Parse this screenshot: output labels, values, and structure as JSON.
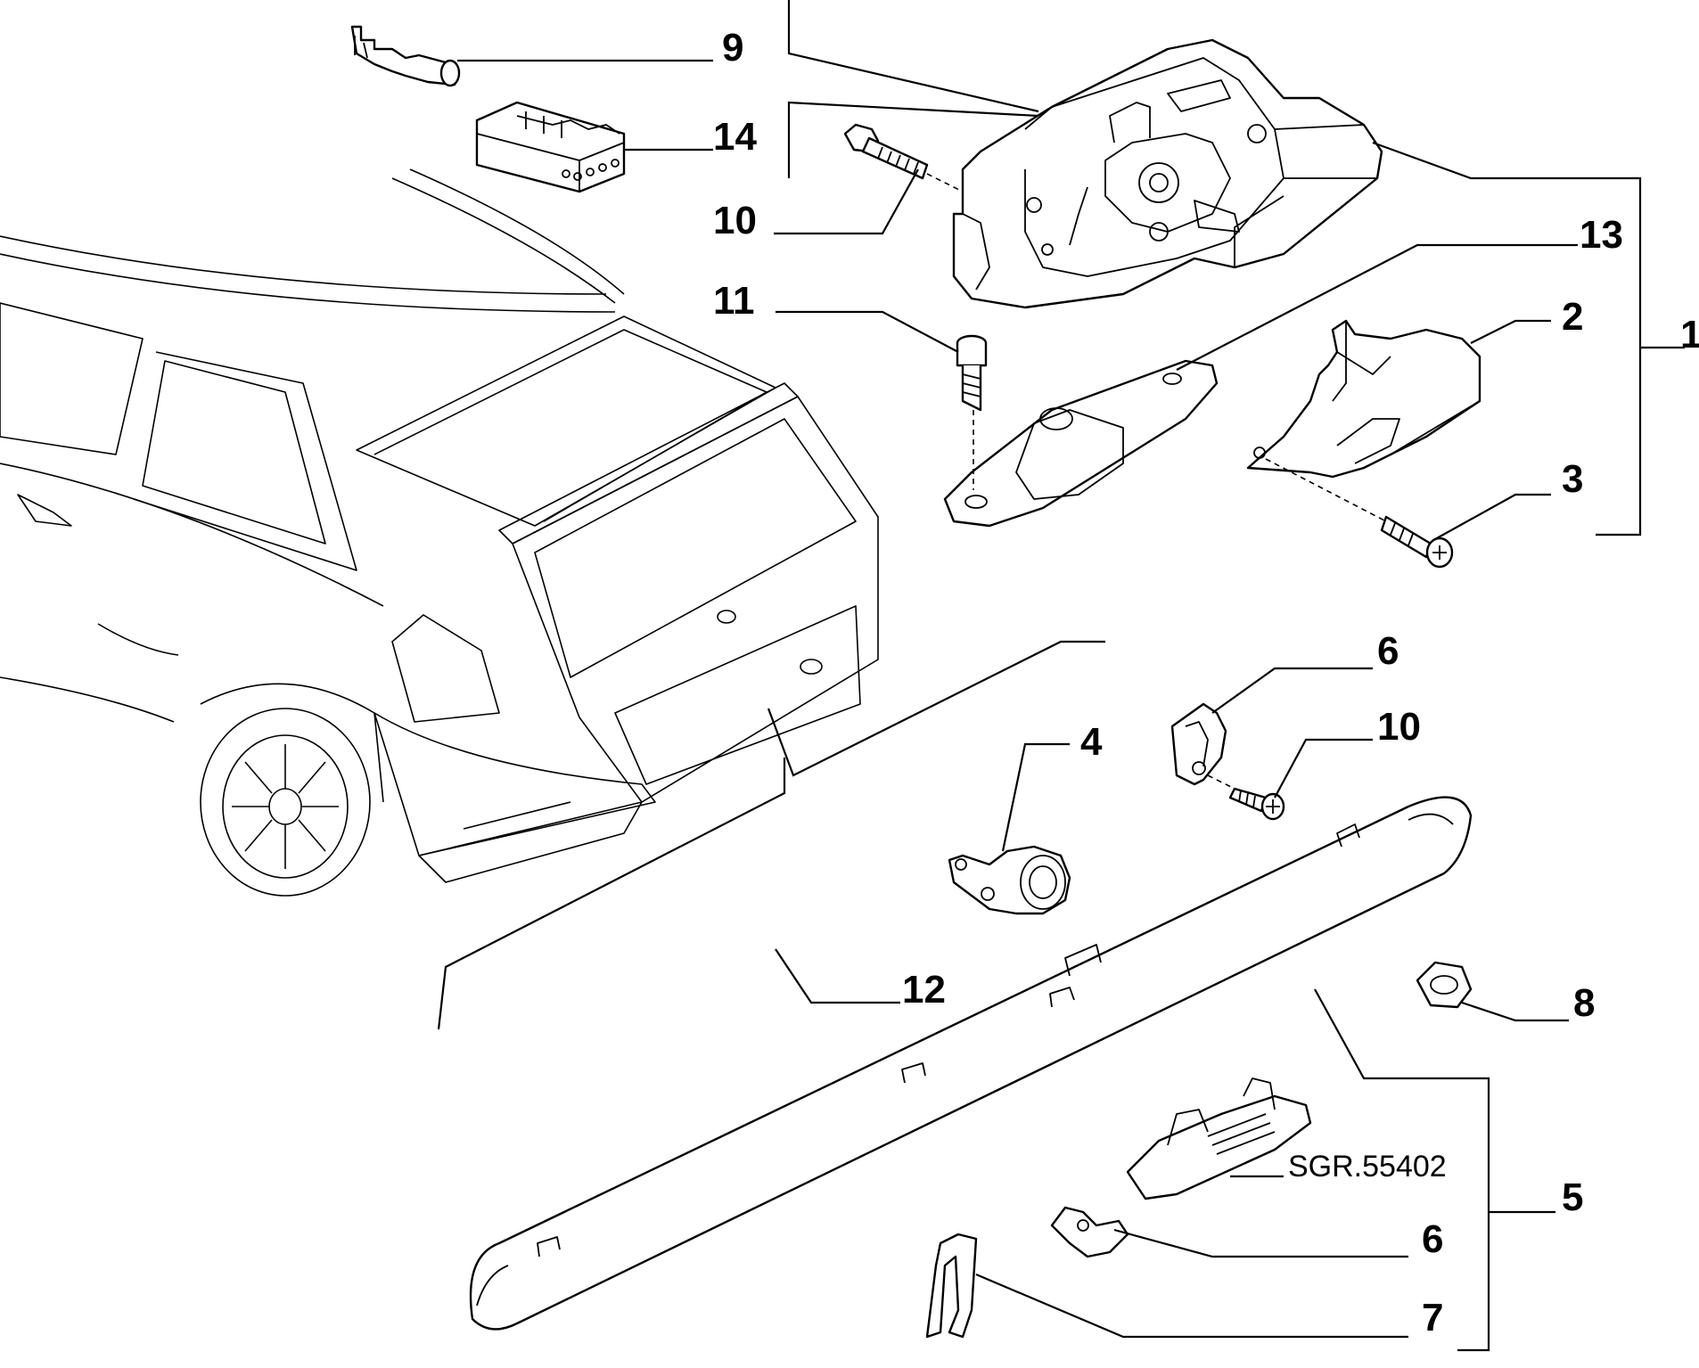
{
  "callouts": [
    {
      "id": "1",
      "label": "1"
    },
    {
      "id": "2",
      "label": "2"
    },
    {
      "id": "3",
      "label": "3"
    },
    {
      "id": "4",
      "label": "4"
    },
    {
      "id": "5",
      "label": "5"
    },
    {
      "id": "6a",
      "label": "6"
    },
    {
      "id": "6b",
      "label": "6"
    },
    {
      "id": "7",
      "label": "7"
    },
    {
      "id": "8",
      "label": "8"
    },
    {
      "id": "9",
      "label": "9"
    },
    {
      "id": "10a",
      "label": "10"
    },
    {
      "id": "10b",
      "label": "10"
    },
    {
      "id": "11",
      "label": "11"
    },
    {
      "id": "12",
      "label": "12"
    },
    {
      "id": "13",
      "label": "13"
    },
    {
      "id": "14",
      "label": "14"
    }
  ],
  "reference_code": "SGR.55402"
}
